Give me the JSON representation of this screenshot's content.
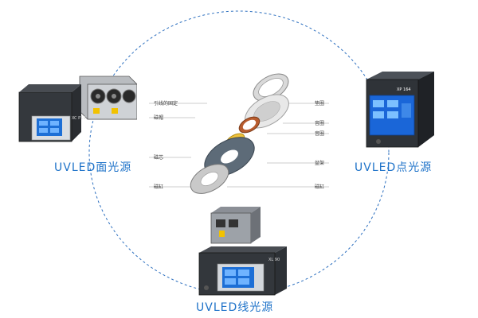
{
  "labels": {
    "area_source": "UVLED面光源",
    "point_source": "UVLED点光源",
    "line_source": "UVLED线光源"
  },
  "diagram": {
    "left_labels": [
      "引线的固定",
      "磁帽",
      "磁芯",
      "磁缸"
    ],
    "right_labels": [
      "垫圈",
      "音圈",
      "音圈",
      "盆架",
      "磁缸"
    ]
  },
  "devices": {
    "area_model": "XC P19",
    "point_model": "XP 164",
    "line_model": "XL 90"
  },
  "colors": {
    "label_blue": "#1f73c9",
    "dashed_circle": "#2c6fbf",
    "uv_purple": "#7a00ff"
  }
}
